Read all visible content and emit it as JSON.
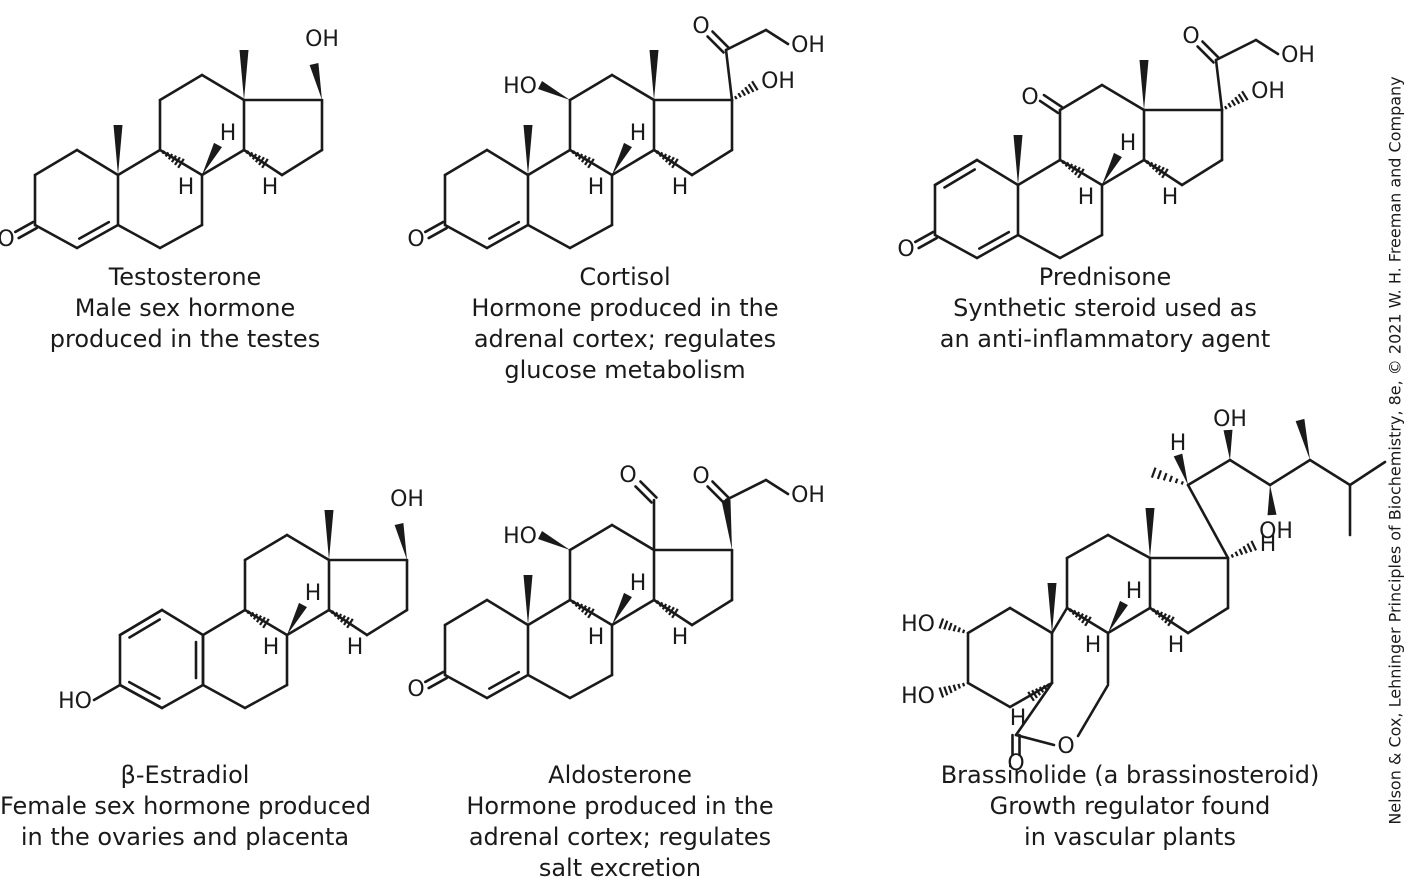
{
  "molecules": [
    {
      "key": "testosterone",
      "name": "Testosterone",
      "description": [
        "Male sex hormone",
        "produced in the testes"
      ],
      "atom_labels": [
        "OH",
        "O",
        "H",
        "H",
        "H"
      ]
    },
    {
      "key": "cortisol",
      "name": "Cortisol",
      "description": [
        "Hormone produced in the",
        "adrenal cortex; regulates",
        "glucose metabolism"
      ],
      "atom_labels": [
        "O",
        "OH",
        "OH",
        "HO",
        "O",
        "H",
        "H",
        "H"
      ]
    },
    {
      "key": "prednisone",
      "name": "Prednisone",
      "description": [
        "Synthetic steroid used as",
        "an anti-inflammatory agent"
      ],
      "atom_labels": [
        "O",
        "OH",
        "OH",
        "O",
        "O",
        "H",
        "H",
        "H"
      ]
    },
    {
      "key": "estradiol",
      "name": "β-Estradiol",
      "description": [
        "Female sex hormone produced",
        "in the ovaries and placenta"
      ],
      "atom_labels": [
        "OH",
        "HO",
        "H",
        "H",
        "H"
      ]
    },
    {
      "key": "aldosterone",
      "name": "Aldosterone",
      "description": [
        "Hormone produced in the",
        "adrenal cortex; regulates",
        "salt excretion"
      ],
      "atom_labels": [
        "O",
        "OH",
        "O",
        "HO",
        "O",
        "H",
        "H",
        "H"
      ]
    },
    {
      "key": "brassinolide",
      "name": "Brassinolide (a brassinosteroid)",
      "description": [
        "Growth regulator found",
        "in vascular plants"
      ],
      "atom_labels": [
        "OH",
        "OH",
        "H",
        "H",
        "HO",
        "HO",
        "O",
        "O",
        "H",
        "H",
        "H",
        "H"
      ]
    }
  ],
  "credit": "Nelson & Cox, Lehninger Principles of Biochemistry, 8e, © 2021 W. H. Freeman and Company"
}
